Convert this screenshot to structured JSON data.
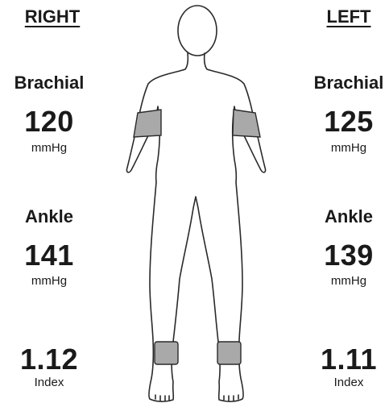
{
  "right": {
    "title": "RIGHT",
    "brachial": {
      "label": "Brachial",
      "value": "120",
      "unit": "mmHg"
    },
    "ankle": {
      "label": "Ankle",
      "value": "141",
      "unit": "mmHg"
    },
    "index": {
      "value": "1.12",
      "unit": "Index"
    }
  },
  "left": {
    "title": "LEFT",
    "brachial": {
      "label": "Brachial",
      "value": "125",
      "unit": "mmHg"
    },
    "ankle": {
      "label": "Ankle",
      "value": "139",
      "unit": "mmHg"
    },
    "index": {
      "value": "1.11",
      "unit": "Index"
    }
  },
  "colors": {
    "outline": "#2a2a2a",
    "cuff_fill": "#a9a9a9",
    "text": "#1a1a1a"
  }
}
